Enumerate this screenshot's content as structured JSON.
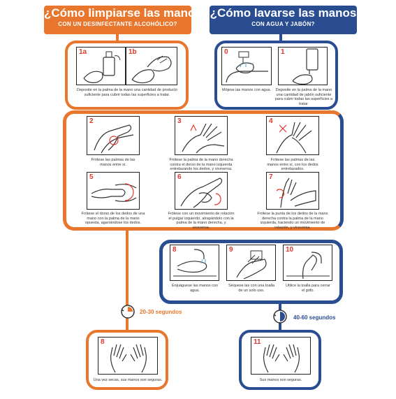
{
  "left_header": {
    "title": "¿Cómo limpiarse las manos",
    "subtitle": "CON UN DESINFECTANTE ALCOHÓLICO?"
  },
  "right_header": {
    "title": "¿Cómo lavarse las manos",
    "subtitle": "CON AGUA Y JABÓN?"
  },
  "steps": {
    "s1a": {
      "num": "1a"
    },
    "s1b": {
      "num": "1b"
    },
    "s1_caption": "Deposite en la palma de la mano una cantidad de producto suficiente para cubrir todas las superficies a tratar.",
    "s0": {
      "num": "0",
      "caption": "Mójese las manos con agua."
    },
    "s1": {
      "num": "1",
      "caption": "Deposite en la palma de la mano una cantidad de jabón suficiente para cubrir todas las superficies a tratar."
    },
    "s2": {
      "num": "2",
      "caption": "Frótese las palmas de las manos entre sí."
    },
    "s3": {
      "num": "3",
      "caption": "Frótese la palma de la mano derecha contra el dorso de la mano izquierda entrelazando los dedos, y viceversa."
    },
    "s4": {
      "num": "4",
      "caption": "Frótese las palmas de las manos entre sí, con los dedos entrelazados."
    },
    "s5": {
      "num": "5",
      "caption": "Frótese el dorso de los dedos de una mano con la palma de la mano opuesta, agarrándose los dedos."
    },
    "s6": {
      "num": "6",
      "caption": "Frótese con un movimiento de rotación el pulgar izquierdo, atrapándolo con la palma de la mano derecha, y viceversa."
    },
    "s7": {
      "num": "7",
      "caption": "Frótese la punta de los dedos de la mano derecha contra la palma de la mano izquierda, haciendo un movimiento de rotación, y viceversa."
    },
    "s8w": {
      "num": "8",
      "caption": "Enjuáguese las manos con agua."
    },
    "s9": {
      "num": "9",
      "caption": "Séquese las con una toalla de un solo uso."
    },
    "s10": {
      "num": "10",
      "caption": "Utilice la toalla para cerrar el grifo."
    },
    "s8r": {
      "num": "8",
      "caption": "Una vez secas, sus manos son seguras."
    },
    "s11": {
      "num": "11",
      "caption": "Sus manos son seguras."
    }
  },
  "timers": {
    "left": "20-30 segundos",
    "right": "40-60 segundos"
  },
  "colors": {
    "orange": "#e8762d",
    "blue": "#2a4d92",
    "step_number": "#e0372b"
  }
}
